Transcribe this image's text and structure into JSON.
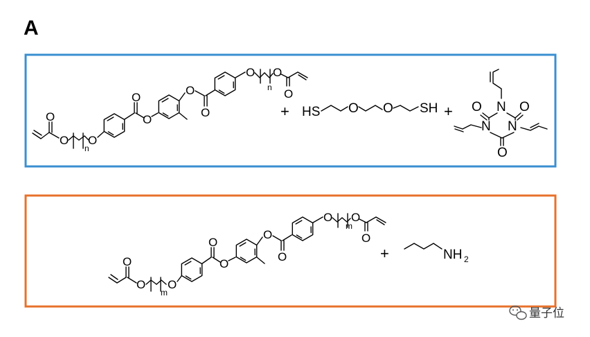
{
  "panel_label": "A",
  "colors": {
    "box1": "#3a8fd0",
    "box2": "#e8712b"
  },
  "atoms": {
    "O": "O",
    "N": "N",
    "SH": "SH",
    "HS": "HS",
    "NH": "NH",
    "two": "2",
    "n": "n",
    "m": "m",
    "plus": "+"
  },
  "watermark": {
    "text": "量子位",
    "icon": "wechat-icon"
  }
}
